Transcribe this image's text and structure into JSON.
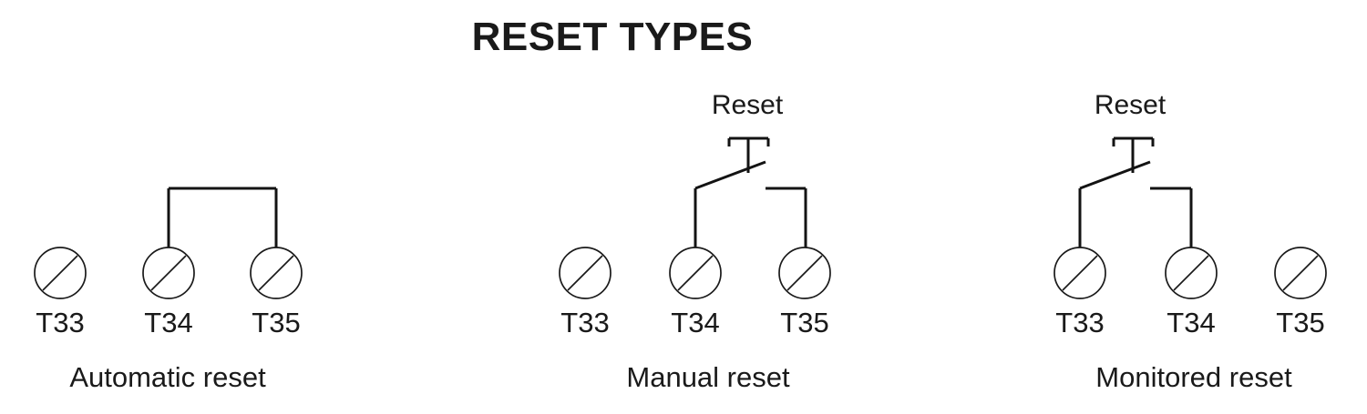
{
  "title": "RESET TYPES",
  "terminal_symbol": "screw-terminal",
  "colors": {
    "background": "#ffffff",
    "line": "#131313",
    "text": "#1a1a1a",
    "terminal_outline": "#1a1a1a"
  },
  "groups": [
    {
      "id": "automatic",
      "caption": "Automatic reset",
      "reset_label": null,
      "has_pushbutton": false,
      "terminals": [
        {
          "label": "T33",
          "connected": false
        },
        {
          "label": "T34",
          "connected": true
        },
        {
          "label": "T35",
          "connected": true
        }
      ],
      "wiring": "jumper link bridging T34 and T35"
    },
    {
      "id": "manual",
      "caption": "Manual reset",
      "reset_label": "Reset",
      "has_pushbutton": true,
      "terminals": [
        {
          "label": "T33",
          "connected": false
        },
        {
          "label": "T34",
          "connected": true
        },
        {
          "label": "T35",
          "connected": true
        }
      ],
      "wiring": "normally-open reset pushbutton between T34 and T35"
    },
    {
      "id": "monitored",
      "caption": "Monitored reset",
      "reset_label": "Reset",
      "has_pushbutton": true,
      "terminals": [
        {
          "label": "T33",
          "connected": true
        },
        {
          "label": "T34",
          "connected": true
        },
        {
          "label": "T35",
          "connected": false
        }
      ],
      "wiring": "normally-open reset pushbutton between T33 and T34"
    }
  ]
}
